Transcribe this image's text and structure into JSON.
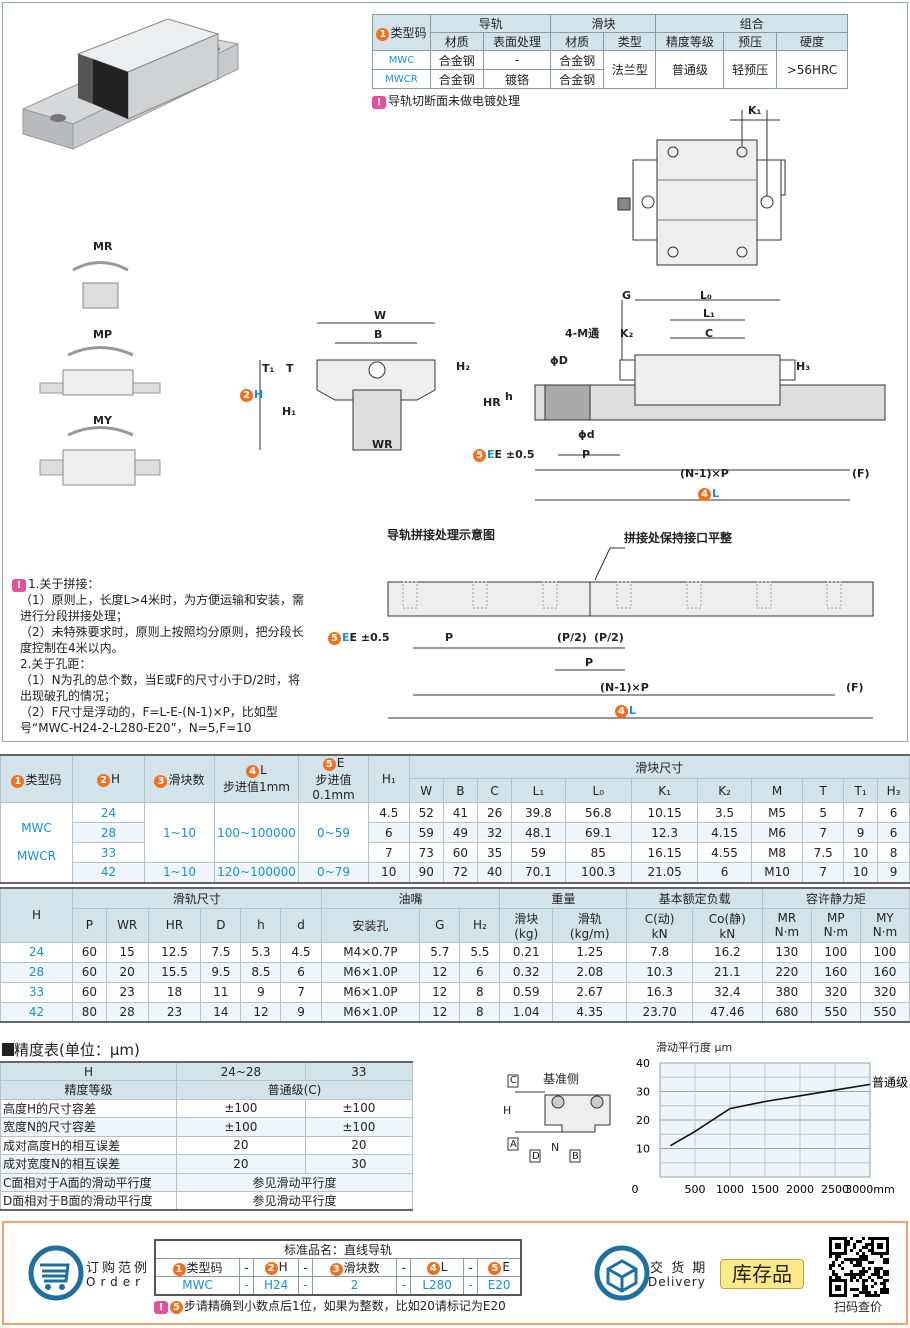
{
  "spec_table": {
    "type_code": "类型码",
    "rail": "导轨",
    "block": "滑块",
    "combo": "组合",
    "sub": [
      "材质",
      "表面处理",
      "材质",
      "类型",
      "精度等级",
      "预压",
      "硬度"
    ],
    "rows": [
      {
        "code": "MWC",
        "rail_mat": "合金钢",
        "surface": "-",
        "block_mat": "合金钢"
      },
      {
        "code": "MWCR",
        "rail_mat": "合金钢",
        "surface": "镀铬",
        "block_mat": "合金钢"
      }
    ],
    "type": "法兰型",
    "grade": "普通级",
    "preload": "轻预压",
    "hardness": ">56HRC",
    "note": "导轨切断面未做电镀处理"
  },
  "diagram_labels": {
    "K1": "K₁",
    "MR": "MR",
    "MP": "MP",
    "MY": "MY",
    "W": "W",
    "B": "B",
    "T1": "T₁",
    "T": "T",
    "H": "H",
    "H1": "H₁",
    "H2": "H₂",
    "WR": "WR",
    "G": "G",
    "L0": "L₀",
    "L1": "L₁",
    "K2": "K₂",
    "C": "C",
    "M": "4-M通",
    "D": "ϕD",
    "HR": "HR",
    "h": "h",
    "H3": "H₃",
    "d": "ϕd",
    "E": "E ±0.5",
    "P": "P",
    "NP": "(N-1)×P",
    "F": "(F)",
    "L": "L"
  },
  "splice": {
    "title": "导轨拼接处理示意图",
    "callout": "拼接处保持接口平整",
    "E": "E ±0.5",
    "P": "P",
    "P2a": "(P/2)",
    "P2b": "(P/2)",
    "P3": "P",
    "NP": "(N-1)×P",
    "F": "(F)",
    "L": "L"
  },
  "notes": [
    "1.关于拼接：",
    "（1）原则上，长度L>4米时，为方便运输和安装，需进行分段拼接处理；",
    "（2）未特殊要求时，原则上按照均分原则，把分段长度控制在4米以内。",
    "2.关于孔距：",
    "（1）N为孔的总个数，当E或F的尺寸小于D/2时，将出现破孔的情况；",
    "（2）F尺寸是浮动的，F=L-E-(N-1)×P，比如型号“MWC-H24-2-L280-E20”，N=5,F=10"
  ],
  "dim_table": {
    "h": [
      "类型码",
      "H",
      "滑块数",
      "L",
      "步进值1mm",
      "E",
      "步进值0.1mm",
      "H₁",
      "滑块尺寸"
    ],
    "cols": [
      "W",
      "B",
      "C",
      "L₁",
      "L₀",
      "K₁",
      "K₂",
      "M",
      "T",
      "T₁",
      "H₃"
    ],
    "codes": [
      "MWC",
      "MWCR"
    ],
    "count": "1~10",
    "L": [
      "100~100000",
      "120~100000"
    ],
    "E": [
      "0~59",
      "0~79"
    ],
    "rows": [
      [
        "24",
        "4.5",
        "52",
        "41",
        "26",
        "39.8",
        "56.8",
        "10.15",
        "3.5",
        "M5",
        "5",
        "7",
        "6"
      ],
      [
        "28",
        "6",
        "59",
        "49",
        "32",
        "48.1",
        "69.1",
        "12.3",
        "4.15",
        "M6",
        "7",
        "9",
        "6"
      ],
      [
        "33",
        "7",
        "73",
        "60",
        "35",
        "59",
        "85",
        "16.15",
        "4.55",
        "M8",
        "7.5",
        "10",
        "8"
      ],
      [
        "42",
        "10",
        "90",
        "72",
        "40",
        "70.1",
        "100.3",
        "21.05",
        "6",
        "M10",
        "7",
        "10",
        "9"
      ]
    ]
  },
  "rail_table": {
    "groups": [
      "H",
      "滑轨尺寸",
      "油嘴",
      "重量",
      "基本额定负载",
      "容许静力矩"
    ],
    "cols": [
      "P",
      "WR",
      "HR",
      "D",
      "h",
      "d",
      "安装孔",
      "G",
      "H₂",
      "滑块 (kg)",
      "滑轨 (kg/m)",
      "C(动) kN",
      "Co(静) kN",
      "MR N·m",
      "MP N·m",
      "MY N·m"
    ],
    "rows": [
      [
        "24",
        "60",
        "15",
        "12.5",
        "7.5",
        "5.3",
        "4.5",
        "M4×0.7P",
        "5.7",
        "5.5",
        "0.21",
        "1.25",
        "7.8",
        "16.2",
        "130",
        "100",
        "100"
      ],
      [
        "28",
        "60",
        "20",
        "15.5",
        "9.5",
        "8.5",
        "6",
        "M6×1.0P",
        "12",
        "6",
        "0.32",
        "2.08",
        "10.3",
        "21.1",
        "220",
        "160",
        "160"
      ],
      [
        "33",
        "60",
        "23",
        "18",
        "11",
        "9",
        "7",
        "M6×1.0P",
        "12",
        "8",
        "0.59",
        "2.67",
        "16.3",
        "32.4",
        "380",
        "320",
        "320"
      ],
      [
        "42",
        "80",
        "28",
        "23",
        "14",
        "12",
        "9",
        "M6×1.0P",
        "12",
        "8",
        "1.04",
        "4.35",
        "23.70",
        "47.46",
        "680",
        "550",
        "550"
      ]
    ]
  },
  "accuracy": {
    "title": "精度表(单位：μm)",
    "header": [
      "H",
      "24~28",
      "33"
    ],
    "grade_label": "精度等级",
    "grade": "普通级(C)",
    "rows": [
      [
        "高度H的尺寸容差",
        "±100",
        "±100"
      ],
      [
        "宽度N的尺寸容差",
        "±100",
        "±100"
      ],
      [
        "成对高度H的相互误差",
        "20",
        "20"
      ],
      [
        "成对宽度N的相互误差",
        "20",
        "30"
      ]
    ],
    "rows2": [
      [
        "C面相对于A面的滑动平行度",
        "参见滑动平行度"
      ],
      [
        "D面相对于B面的滑动平行度",
        "参见滑动平行度"
      ]
    ],
    "ref_labels": {
      "base": "基准侧",
      "C": "C",
      "A": "A",
      "D": "D",
      "B": "B",
      "N": "N",
      "H": "H"
    }
  },
  "chart_data": {
    "type": "line",
    "title": "滑动平行度 μm",
    "x_unit": "mm",
    "xlim": [
      0,
      3000
    ],
    "ylim": [
      0,
      40
    ],
    "x_ticks": [
      "0",
      "500",
      "1000",
      "1500",
      "2000",
      "2500",
      "3000mm"
    ],
    "y_ticks": [
      "10",
      "20",
      "30",
      "40"
    ],
    "series": [
      {
        "name": "普通级",
        "x": [
          150,
          500,
          1000,
          1500,
          2000,
          2500,
          3000
        ],
        "y": [
          11,
          16,
          24,
          26.5,
          28.5,
          30.5,
          32.5
        ]
      }
    ],
    "grid": true,
    "legend": "right"
  },
  "order": {
    "label_cn": "订购范例",
    "label_en": "Order",
    "title": "标准品名：直线导轨",
    "fields": [
      "类型码",
      "H",
      "滑块数",
      "L",
      "E"
    ],
    "values": [
      "MWC",
      "H24",
      "2",
      "L280",
      "E20"
    ],
    "dash": "-",
    "note": "步请精确到小数点后1位，如果为整数，比如20请标记为E20",
    "delivery_cn": "交 货 期",
    "delivery_en": "Delivery",
    "stock": "库存品",
    "qr": "扫码查价"
  },
  "colors": {
    "accent": "#1a8fd8",
    "orange": "#f07020",
    "header": "#d3e3ec"
  }
}
